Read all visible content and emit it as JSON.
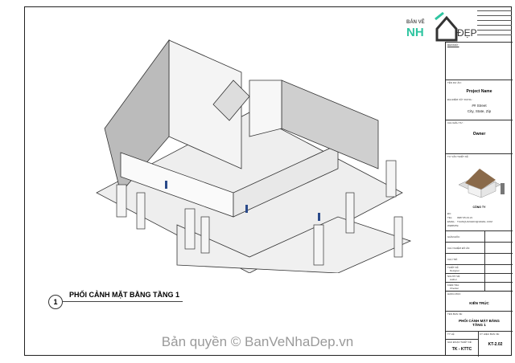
{
  "logo": {
    "line1": "BẢN VẼ",
    "line2a": "NH",
    "line2b": "ĐẸP"
  },
  "title_block": {
    "ghi_chu_label": "GHI CHÚ :",
    "ten_du_an_label": "TÊN DỰ ÁN :",
    "project_name": "Project Name",
    "dia_diem_label": "ĐỊA ĐIỂM XÂY DỰNG :",
    "address_line1": "## Street",
    "address_line2": "City, State, Zip",
    "chu_dau_tu_label": "CHỦ ĐẦU TƯ :",
    "owner": "Owner",
    "tu_van_label": "TƯ VẤN THIẾT KẾ :",
    "company": "CÔNG TY",
    "addr_label": "ĐC:",
    "tel_label": "TEL:",
    "tel": "0987.65.43.21",
    "email_label": "EMAIL:",
    "email": "TUANQUANGDO@GMAIL.COM",
    "website_label": "WEBSITE:",
    "giam_doc": "GIÁM ĐỐC:",
    "chu_nhiem": "CHỦ NHIỆM ĐỒ ÁN:",
    "chu_tri": "CHỦ TRÌ:",
    "thiet_ke_label": "THIẾT KẾ:",
    "thiet_ke": "Designer",
    "nguoi_ve_label": "NGƯỜI VẼ:",
    "nguoi_ve": "Author",
    "kiem_tra_label": "KIỂM TRA:",
    "kiem_tra": "Checker",
    "hang_muc_label": "HẠNG MỤC:",
    "hang_muc": "KIẾN TRÚC",
    "ten_ban_ve_label": "TÊN BẢN VẼ:",
    "ten_ban_ve": "PHỐI CẢNH MẶT BẰNG TẦNG 1",
    "ty_le_label": "TỶ LỆ:",
    "ky_hieu_label": "KÝ HIỆU BẢN VẼ:",
    "giai_doan_label": "GIAI ĐOẠN THIẾT KẾ:",
    "giai_doan": "TK - KTTC",
    "sheet_number": "KT-2.02"
  },
  "view": {
    "number": "1",
    "title": "PHỐI CẢNH MẶT BẰNG TẦNG 1"
  },
  "watermark": "Bản quyền © BanVeNhaDep.vn"
}
